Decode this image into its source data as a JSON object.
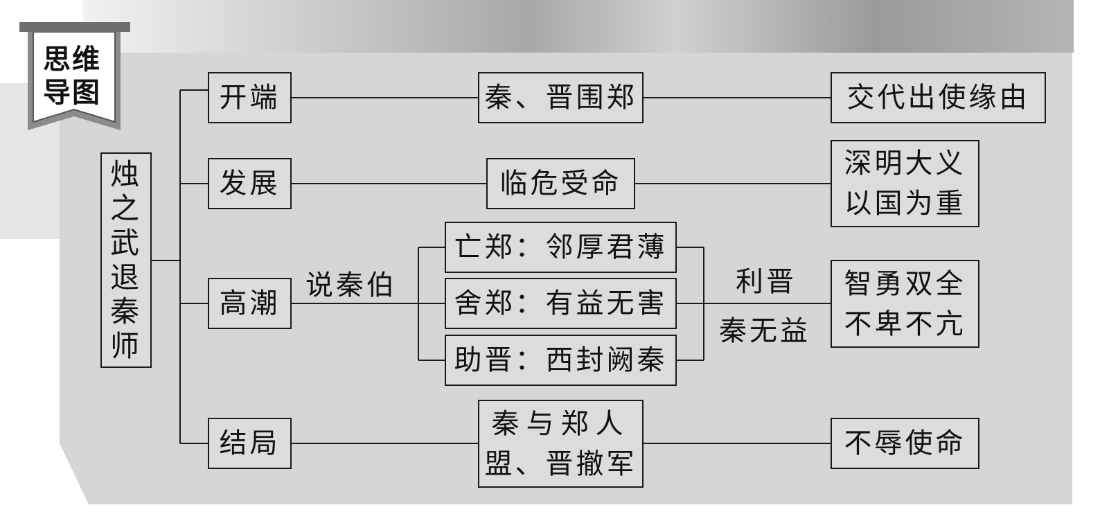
{
  "diagram": {
    "badge": {
      "line1": "思维",
      "line2": "导图"
    },
    "root": [
      "烛",
      "之",
      "武",
      "退",
      "秦",
      "师"
    ],
    "stages": [
      {
        "stage": "开端",
        "event": "秦、晋围郑",
        "theme": "交代出使缘由"
      },
      {
        "stage": "发展",
        "event": "临危受命",
        "theme": [
          "深明大义",
          "以国为重"
        ]
      },
      {
        "stage": "高潮",
        "theme": [
          "智勇双全",
          "不卑不亢"
        ]
      },
      {
        "stage": "结局",
        "event": [
          "秦与郑人",
          "盟、晋撤军"
        ],
        "theme": "不辱使命"
      }
    ],
    "climax": {
      "verb": "说秦伯",
      "points": [
        "亡郑：邻厚君薄",
        "舍郑：有益无害",
        "助晋：西封阙秦"
      ],
      "conclusion": [
        "利晋",
        "秦无益"
      ]
    }
  }
}
